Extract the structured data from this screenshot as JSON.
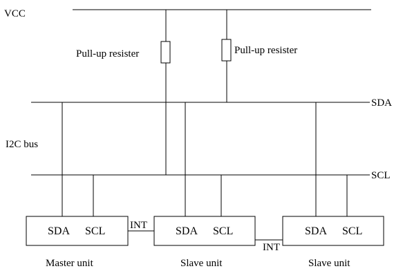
{
  "rails": {
    "vcc": "VCC",
    "sda": "SDA",
    "scl": "SCL"
  },
  "bus_label": "I2C bus",
  "pullups": [
    {
      "label": "Pull-up resister"
    },
    {
      "label": "Pull-up resister"
    }
  ],
  "units": [
    {
      "pin_sda": "SDA",
      "pin_scl": "SCL",
      "caption": "Master unit"
    },
    {
      "pin_sda": "SDA",
      "pin_scl": "SCL",
      "caption": "Slave unit"
    },
    {
      "pin_sda": "SDA",
      "pin_scl": "SCL",
      "caption": "Slave unit"
    }
  ],
  "interrupts": [
    {
      "label": "INT"
    },
    {
      "label": "INT"
    }
  ]
}
